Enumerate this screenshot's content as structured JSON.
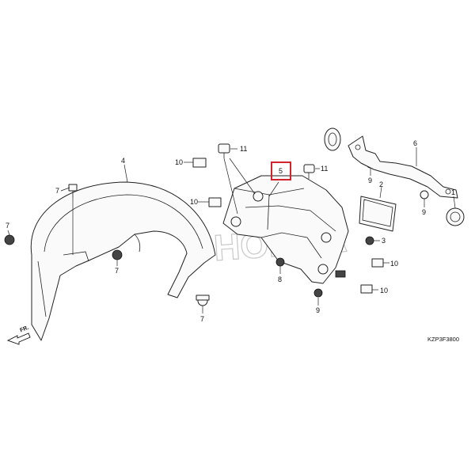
{
  "diagram_code": "KZP3F3800",
  "direction_label": "FR.",
  "watermark": "HONDA",
  "highlight_color": "#d2232a",
  "highlighted_part": "5",
  "callouts": {
    "c1": "1",
    "c2": "2",
    "c3": "3",
    "c4": "4",
    "c5": "5",
    "c6": "6",
    "c7a": "7",
    "c7b": "7",
    "c7c": "7",
    "c7d": "7",
    "c8": "8",
    "c9a": "9",
    "c9b": "9",
    "c9c": "9",
    "c10a": "10",
    "c10b": "10",
    "c10c": "10",
    "c10d": "10",
    "c11a": "11",
    "c11b": "11"
  }
}
